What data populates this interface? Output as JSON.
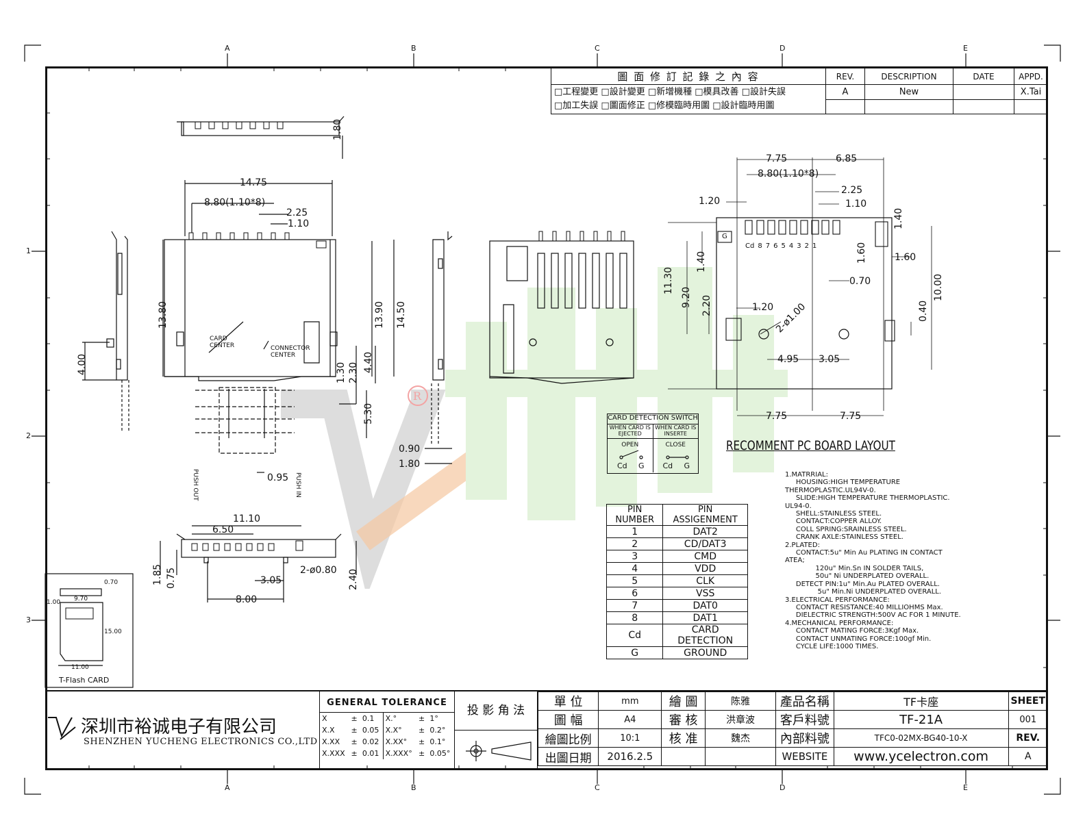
{
  "zone_letters": [
    "A",
    "B",
    "C",
    "D",
    "E"
  ],
  "zone_numbers": [
    "1",
    "2",
    "3"
  ],
  "revision_block": {
    "title": "圖 面 修 訂 記 錄 之 內 容",
    "options_row1": "□工程變更 □設計變更 □新增機種 □模具改善 □設計失誤",
    "options_row2": "□加工失誤 □圖面修正 □修模臨時用圖 □設計臨時用圖",
    "rev_header": "REV.",
    "desc_header": "DESCRIPTION",
    "date_header": "DATE",
    "appd_header": "APPD.",
    "rev": "A",
    "desc": "New",
    "date": "",
    "appd": "X.Tai"
  },
  "dimensions": {
    "top_height": "1.80",
    "width_total": "14.75",
    "pitch": "8.80(1.10*8)",
    "d225": "2.25",
    "d110": "1.10",
    "side_height": "13.80",
    "side_left": "4.00",
    "h1390": "13.90",
    "h1450": "14.50",
    "h130": "1.30",
    "h230": "2.30",
    "h440": "4.40",
    "h530": "5.30",
    "d095": "0.95",
    "d090": "0.90",
    "d180b": "1.80",
    "card_center": "CARD\nCENTER",
    "connector_center": "CONNECTOR\nCENTER",
    "push_out": "PUSH OUT",
    "push_in": "PUSH IN",
    "f1110": "11.10",
    "f650": "6.50",
    "f185": "1.85",
    "f075": "0.75",
    "f305": "3.05",
    "f080": "2-ø0.80",
    "f240": "2.40",
    "f800": "8.00"
  },
  "pcb_layout": {
    "d775": "7.75",
    "d685": "6.85",
    "pitch": "8.80(1.10*8)",
    "d225": "2.25",
    "d120": "1.20",
    "d110": "1.10",
    "d140": "1.40",
    "d160": "1.60",
    "d160b": "1.60",
    "d070": "0.70",
    "d1130": "11.30",
    "d920": "9.20",
    "d140b": "1.40",
    "d220": "2.20",
    "d120b": "1.20",
    "hole": "2-ø1.00",
    "d1000": "10.00",
    "d040": "0.40",
    "d495": "4.95",
    "d305": "3.05",
    "b775a": "7.75",
    "b775b": "7.75",
    "pin_labels": [
      "Cd",
      "8",
      "7",
      "6",
      "5",
      "4",
      "3",
      "2",
      "1"
    ],
    "g_label": "G",
    "title": "RECOMMENT PC BOARD LAYOUT"
  },
  "card_switch": {
    "title": "CARD DETECTION SWITCH",
    "col1": "WHEN CARD IS EJECTED",
    "col2": "WHEN CARD IS INSERTE",
    "open": "OPEN",
    "close": "CLOSE",
    "cd": "Cd",
    "g": "G"
  },
  "pin_table": {
    "header": [
      "PIN NUMBER",
      "PIN ASSIGENMENT"
    ],
    "rows": [
      [
        "1",
        "DAT2"
      ],
      [
        "2",
        "CD/DAT3"
      ],
      [
        "3",
        "CMD"
      ],
      [
        "4",
        "VDD"
      ],
      [
        "5",
        "CLK"
      ],
      [
        "6",
        "VSS"
      ],
      [
        "7",
        "DAT0"
      ],
      [
        "8",
        "DAT1"
      ],
      [
        "Cd",
        "CARD DETECTION"
      ],
      [
        "G",
        "GROUND"
      ]
    ]
  },
  "notes": "1.MATRRIAL:\n     HOUSING:HIGH TEMPERATURE\nTHERMOPLASTIC.UL94V-0.\n     SLIDE:HIGH TEMPERATURE THERMOPLASTIC.\nUL94-0.\n     SHELL:STAINLESS STEEL.\n     CONTACT:COPPER ALLOY.\n     COLL SPRING:SRAINLESS STEEL.\n     CRANK AXLE:STAINLESS STEEL.\n2.PLATED:\n     CONTACT:5u\" Min Au PLATING IN CONTACT\nATEA;\n              120u\" Min.Sn IN SOLDER TAILS,\n              50u\" Ni UNDERPLATED OVERALL.\n     DETECT PIN:1u\" Min.Au PLATED OVERALL.\n               5u\" Min.Ni UNDERPLATED OVERALL.\n3.ELECTRICAL PERFORMANCE:\n     CONTACT RESISTANCE:40 MILLIOHMS Max.\n     DIELECTRIC STRENGTH:500V AC FOR 1 MINUTE.\n4.MECHANICAL PERFORMANCE:\n     CONTACT MATING FORCE:3Kgf Max.\n     CONTACT UNMATING FORCE:100gf Min.\n     CYCLE LIFE:1000 TIMES.",
  "tflash": {
    "d070": "0.70",
    "d970": "9.70",
    "d100": "1.00",
    "d1500": "15.00",
    "d1100": "11.00",
    "label": "T-Flash CARD"
  },
  "company": {
    "name_cn": "深圳市裕诚电子有限公司",
    "name_en": "SHENZHEN YUCHENG ELECTRONICS CO.,LTD"
  },
  "tolerance": {
    "title": "GENERAL TOLERANCE",
    "rows": [
      [
        "X",
        "±",
        "0.1",
        "X.°",
        "±",
        "1°"
      ],
      [
        "X.X",
        "±",
        "0.05",
        "X.X°",
        "±",
        "0.2°"
      ],
      [
        "X.XX",
        "±",
        "0.02",
        "X.XX°",
        "±",
        "0.1°"
      ],
      [
        "X.XXX",
        "±",
        "0.01",
        "X.XXX°",
        "±",
        "0.05°"
      ]
    ]
  },
  "projection": "投 影 角 法",
  "title_block": {
    "unit_label": "單 位",
    "unit": "mm",
    "size_label": "圖 幅",
    "size": "A4",
    "scale_label": "繪圖比例",
    "scale": "10:1",
    "date_label": "出圖日期",
    "date": "2016.2.5",
    "drawn_label": "繪 圖",
    "drawn": "陈雅",
    "check_label": "審 核",
    "check": "洪章波",
    "approve_label": "核 准",
    "approve": "魏杰",
    "product_label": "產品名稱",
    "product": "TF卡座",
    "cust_label": "客戶料號",
    "cust": "TF-21A",
    "internal_label": "內部料號",
    "internal": "TFC0-02MX-BG40-10-X",
    "website_label": "WEBSITE",
    "website": "www.ycelectron.com",
    "sheet_label": "SHEET",
    "sheet": "001",
    "rev_label": "REV.",
    "rev": "A"
  }
}
